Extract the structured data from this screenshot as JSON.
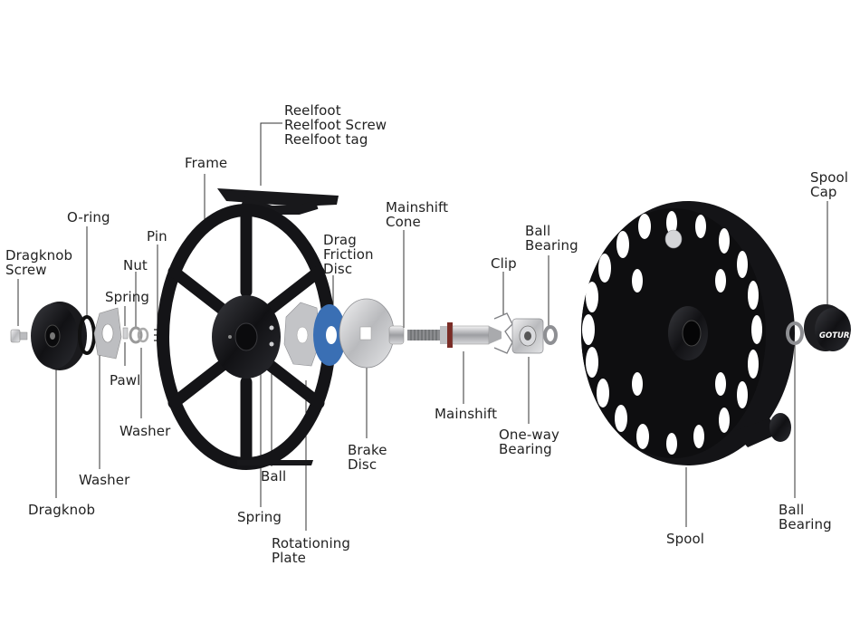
{
  "labels": {
    "reelfoot": "Reelfoot",
    "reelfoot_screw": "Reelfoot Screw",
    "reelfoot_tag": "Reelfoot tag",
    "frame": "Frame",
    "o_ring": "O-ring",
    "dragknob_screw_1": "Dragknob",
    "dragknob_screw_2": "Screw",
    "pin": "Pin",
    "nut": "Nut",
    "spring_top": "Spring",
    "pawl": "Pawl",
    "washer_small": "Washer",
    "washer": "Washer",
    "dragknob": "Dragknob",
    "ball": "Ball",
    "spring_bottom": "Spring",
    "rotationing_plate_1": "Rotationing",
    "rotationing_plate_2": "Plate",
    "drag_friction_1": "Drag",
    "drag_friction_2": "Friction",
    "drag_friction_3": "Disc",
    "brake_disc_1": "Brake",
    "brake_disc_2": "Disc",
    "mainshift_cone_1": "Mainshift",
    "mainshift_cone_2": "Cone",
    "mainshift": "Mainshift",
    "clip": "Clip",
    "ball_bearing_top_1": "Ball",
    "ball_bearing_top_2": "Bearing",
    "one_way_1": "One-way",
    "one_way_2": "Bearing",
    "spool": "Spool",
    "spool_cap_1": "Spool",
    "spool_cap_2": "Cap",
    "ball_bearing_bottom_1": "Ball",
    "ball_bearing_bottom_2": "Bearing"
  },
  "brand": "GOTURE",
  "colors": {
    "metal_black": "#151518",
    "silver": "#c9cacc",
    "blue_disc": "#3a6fb4",
    "leader_line": "#333333"
  }
}
